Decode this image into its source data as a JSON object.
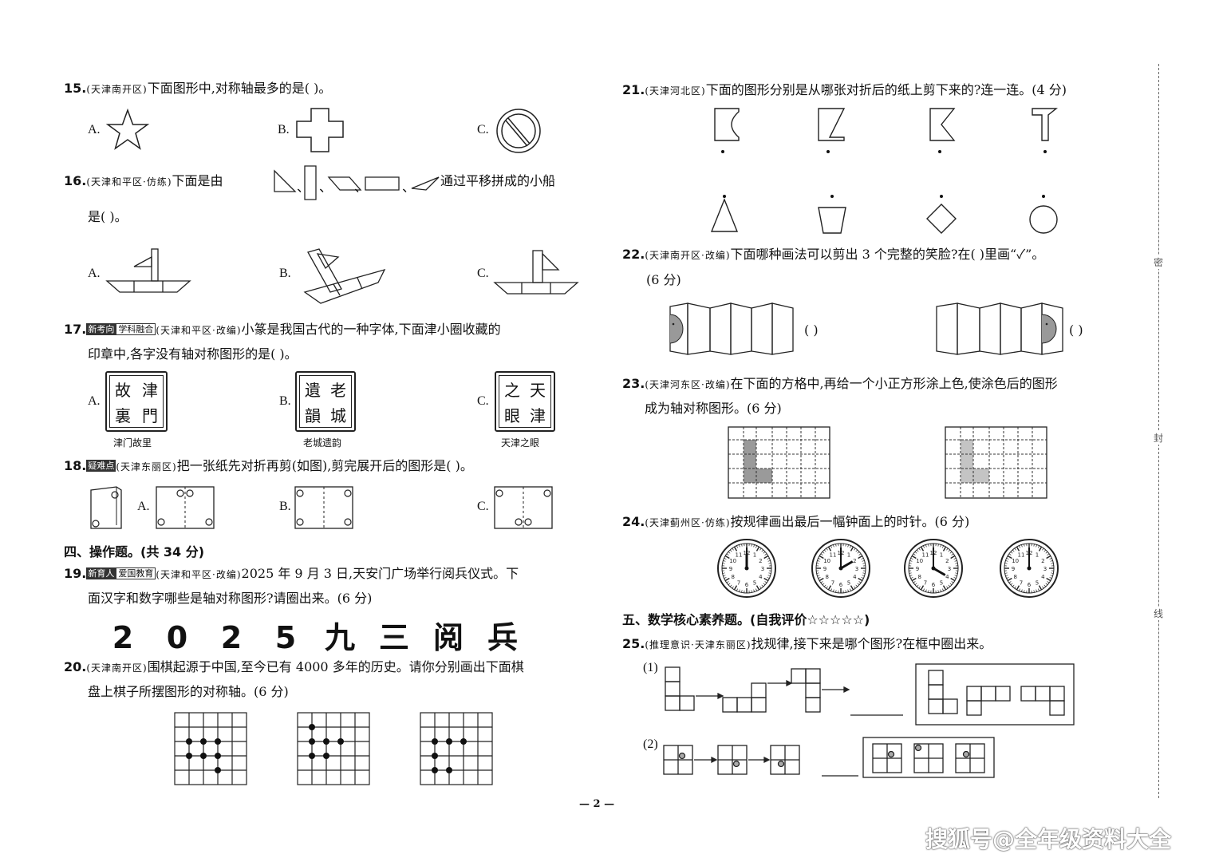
{
  "q15": {
    "num": "15.",
    "src": "(天津南开区)",
    "text": "下面图形中,对称轴最多的是(      )。",
    "opt_a": "A.",
    "opt_b": "B.",
    "opt_c": "C."
  },
  "q16": {
    "num": "16.",
    "src": "(天津和平区·仿练)",
    "text_a": "下面是由",
    "text_b": "通过平移拼成的小船",
    "text_c": "是(      )。",
    "sep": "、",
    "opt_a": "A.",
    "opt_b": "B.",
    "opt_c": "C."
  },
  "q17": {
    "num": "17.",
    "tag1": "新考向",
    "tag2": "学科融合",
    "src": "(天津和平区·改编)",
    "text_a": "小篆是我国古代的一种字体,下面津小圈收藏的",
    "text_b": "印章中,各字没有轴对称图形的是(      )。",
    "opt_a": "A.",
    "opt_b": "B.",
    "opt_c": "C.",
    "seal_a": {
      "chars": [
        "津",
        "故",
        "門",
        "裏"
      ],
      "caption": "津门故里"
    },
    "seal_b": {
      "chars": [
        "老",
        "遺",
        "城",
        "韻"
      ],
      "caption": "老城遗韵"
    },
    "seal_c": {
      "chars": [
        "天",
        "之",
        "津",
        "眼"
      ],
      "caption": "天津之眼"
    }
  },
  "q18": {
    "num": "18.",
    "tag": "疑难点",
    "src": "(天津东丽区)",
    "text": "把一张纸先对折再剪(如图),剪完展开后的图形是(      )。",
    "opt_a": "A.",
    "opt_b": "B.",
    "opt_c": "C."
  },
  "section4": "四、操作题。(共 34 分)",
  "q19": {
    "num": "19.",
    "tag1": "新育人",
    "tag2": "爱国教育",
    "src": "(天津和平区·改编)",
    "text_a": "2025 年 9 月 3 日,天安门广场举行阅兵仪式。下",
    "text_b": "面汉字和数字哪些是轴对称图形?请圈出来。(6 分)",
    "chars": [
      "2",
      "0",
      "2",
      "5",
      "九",
      "三",
      "阅",
      "兵"
    ]
  },
  "q20": {
    "num": "20.",
    "src": "(天津南开区)",
    "text_a": "围棋起源于中国,至今已有 4000 多年的历史。请你分别画出下面棋",
    "text_b": "盘上棋子所摆图形的对称轴。(6 分)"
  },
  "q21": {
    "num": "21.",
    "src": "(天津河北区)",
    "text": "下面的图形分别是从哪张对折后的纸上剪下来的?连一连。(4 分)"
  },
  "q22": {
    "num": "22.",
    "src": "(天津南开区·改编)",
    "text_a": "下面哪种画法可以剪出 3 个完整的笑脸?在(      )里画“✓”。",
    "text_b": "(6 分)",
    "paren_a": "(      )",
    "paren_b": "(      )"
  },
  "q23": {
    "num": "23.",
    "src": "(天津河东区·改编)",
    "text_a": "在下面的方格中,再给一个小正方形涂上色,使涂色后的图形",
    "text_b": "成为轴对称图形。(6 分)"
  },
  "q24": {
    "num": "24.",
    "src": "(天津蓟州区·仿练)",
    "text": "按规律画出最后一幅钟面上的时针。(6 分)"
  },
  "section5": "五、数学核心素养题。(自我评价☆☆☆☆☆)",
  "q25": {
    "num": "25.",
    "src": "(推理意识·天津东丽区)",
    "text": "找规律,接下来是哪个图形?在框中圈出来。",
    "label1": "(1)",
    "label2": "(2)"
  },
  "sidebar": [
    "密",
    "封",
    "线"
  ],
  "footer": {
    "page": "— 2 —"
  },
  "watermark": "搜狐号@全年级资料大全"
}
